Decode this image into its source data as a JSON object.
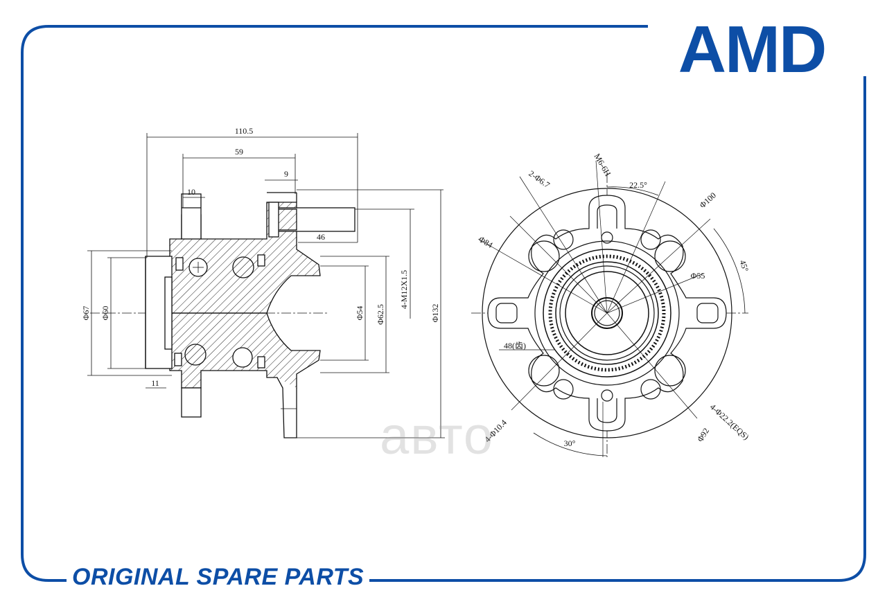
{
  "brand": {
    "logo_text": "AMD",
    "color": "#0d4ea6"
  },
  "tagline": "ORIGINAL SPARE PARTS",
  "watermark": "авто",
  "drawing": {
    "side_view": {
      "dims": {
        "overall_length": "110.5",
        "flange_to_end": "59",
        "flange_thickness": "9",
        "stud_length": "46",
        "left_step": "10",
        "left_bottom": "11",
        "dia_67": "Φ67",
        "dia_60": "Φ60",
        "dia_54": "Φ54",
        "dia_62_5": "Φ62.5",
        "stud_thread": "4-M12X1.5",
        "dia_132": "Φ132"
      }
    },
    "front_view": {
      "dims": {
        "screw": "M6-6H",
        "angle_22_5": "22.5°",
        "holes_2": "2-Φ6.7",
        "dia_100": "Φ100",
        "dia_84": "Φ84",
        "angle_45": "45°",
        "dia_55": "Φ55",
        "teeth": "48(齿)",
        "holes_4_large": "4-Φ22.2(EQS)",
        "dia_92": "Φ92",
        "holes_4": "4-Φ10.4",
        "angle_30": "30°"
      }
    }
  }
}
